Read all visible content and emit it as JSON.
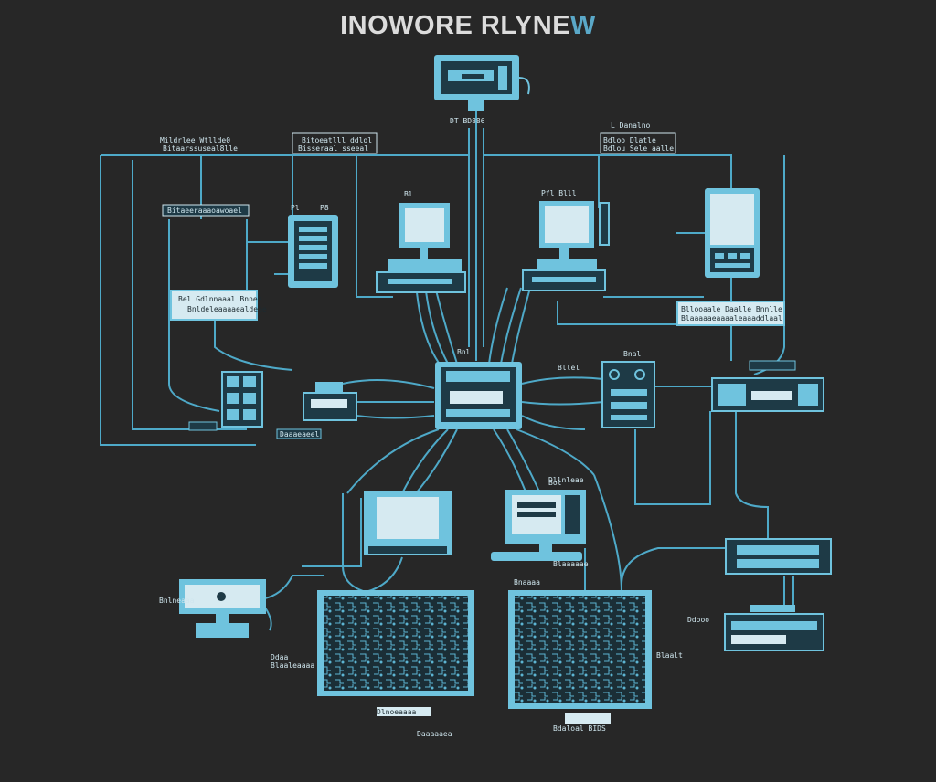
{
  "title": {
    "main": "INOWORE RLYNE",
    "accent": "W"
  },
  "labels": {
    "top_router": "DT BD886",
    "left_header": "Mildrlee Wtllde0",
    "left_header_sub": "Bitaarssuseal8lle",
    "center_left_header": "Bitoeatlll ddlol",
    "center_left_sub": "Bisseraal sseeal",
    "right_header": "L Danalno",
    "right_header_sub": "Bdloo Dlatle",
    "right_header_sub2": "Bdlou Sele aalle",
    "left_bar": "Bitaeeraaaoawoael",
    "pc_left_tag": "Pl",
    "pc_left_tag2": "P8",
    "monitor1_tag": "Bl",
    "monitor2_tag": "Pfl Blll",
    "left_box": "Bel Gdlnnaaal Bnnee",
    "left_box_sub": "Bnldeleaaaaealdeae",
    "right_box": "Bllooaale Daalle Bnnlle",
    "right_box_sub": "Blaaaaaeaaaaleaaaddlaal",
    "hub_tag1": "Bnl",
    "hub_tag2": "Bllel",
    "hub_tag3": "Bol",
    "hub_left_tag": "Daaaeaeel",
    "hub_right_tag": "Bnal",
    "bottom_tag1": "Ddaa",
    "bottom_tag2": "Blaaleaaaa",
    "bottom_tag3": "Daaaaaea",
    "bottom_tag4": "Bnaaaa",
    "bottom_tag5": "Dlnoeaaaa",
    "bottom_tag6": "Bdaloal BIDS",
    "bottom_tag7": "Blaalt",
    "bottom_tag8": "Dllnleae",
    "bottom_tag9": "Blaaaaae",
    "bottom_tag10": "Ddooo",
    "left_side_tag": "Bnlneaaa"
  },
  "colors": {
    "line": "#4ea9c8",
    "panel": "#6fc3de",
    "panel_dark": "#1e3a46",
    "screen": "#d6eaf1"
  }
}
